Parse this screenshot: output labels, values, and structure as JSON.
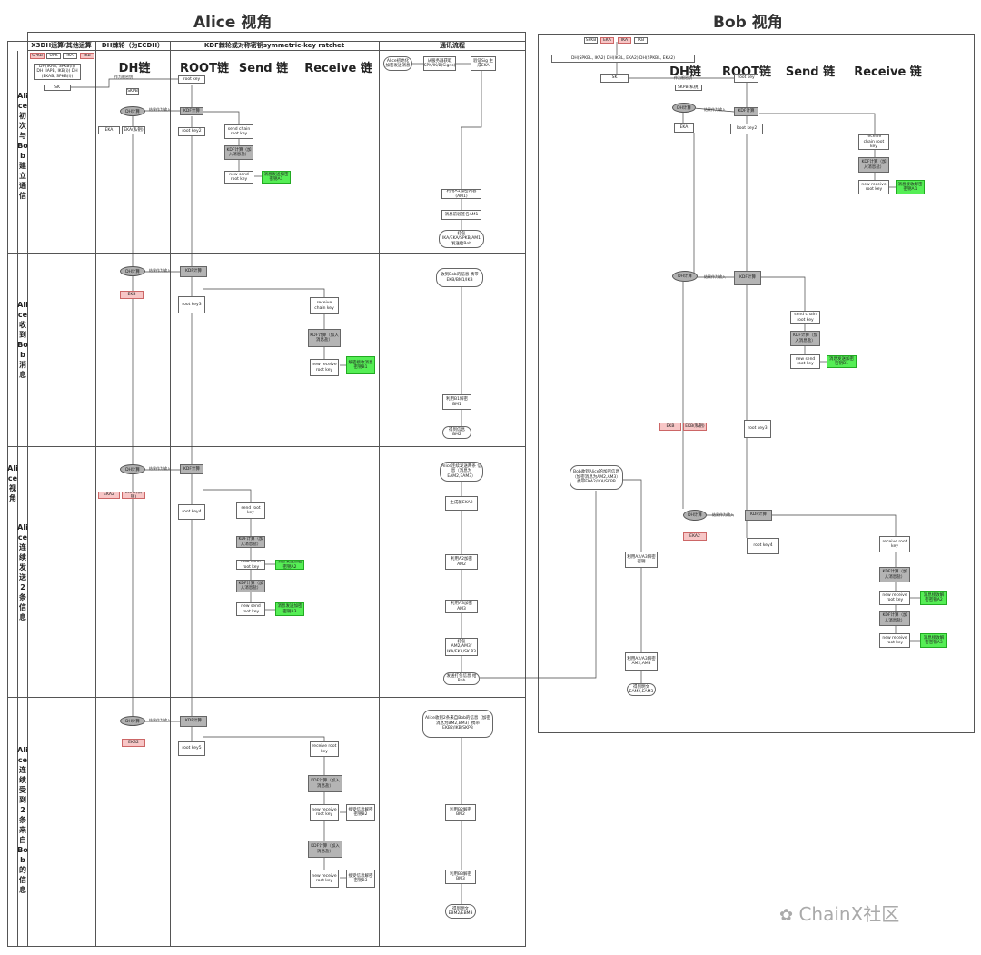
{
  "titles": {
    "alice": "Alice 视角",
    "bob": "Bob 视角"
  },
  "alice_columns": {
    "x3dh": "X3DH运算/其他运算",
    "dh_ratchet": "DH棘轮（为ECDH）",
    "kdf": "KDF棘轮或对称密钥symmetric-key ratchet",
    "comm": "通讯流程"
  },
  "chains": {
    "dh": "DH链",
    "root": "ROOT链",
    "send": "Send 链",
    "receive": "Receive 链"
  },
  "lanes": {
    "outer": "Alice视角",
    "l1": "Alice初次与Bob建立通信",
    "l2": "Alice收到Bob消息",
    "l3": "Alice连续发送2条信息",
    "l4": "Alice连续受到2条来自Bob的信息"
  },
  "alice": {
    "keys_top": [
      "SPKB",
      "OPK",
      "IKA",
      "IKB"
    ],
    "dh_text": "DH(IKAB, SPKB(i)) DH (IAPB, IKB(i)) DH (EKAB, SPKB(i))",
    "sk": "SK",
    "sk_note": "作为根密钥",
    "spkb": "SKPB",
    "dh_calc": "DH计算",
    "as_input": "结果作为输入",
    "kdf_calc": "KDF计算",
    "kdf_calc2": "KDF计算（加入消息盐）",
    "root_key": "root key",
    "root_key2": "root key2",
    "root_key3": "root key3",
    "root_key4": "root key4",
    "root_key5": "root key5",
    "eka": "EKA",
    "eka_pub": "EKA(私钥)",
    "send_chain_root": "send chain root key",
    "send_root": "send root key",
    "new_send_root": "new send root key",
    "recv_chain_key": "receive chain key",
    "recv_root": "receive root key",
    "new_recv_root": "new receive root key",
    "msg_key1": "消息发送加密密钥A1",
    "msg_key_b1": "解密接收消息密钥B1",
    "msg_key_a2": "消息发送加密密钥A2",
    "msg_key_a3": "消息发送加密密钥A3",
    "msg_key_b2": "接受信息解密密钥B2",
    "msg_key_b3": "接受信息解密密钥B3",
    "ekb": "EKB",
    "eka2": "EKA2",
    "eka2_pub": "EKA2(私钥)",
    "ekb2": "EKB2",
    "c_start": "Alice初始化加密发送消息",
    "c_fetch": "从服务器获取 SPK/IK/B(Signs)",
    "c_verify": "验证Sig 生成EKA",
    "c_encrypt": "利用A1加密内容(AM1)",
    "c_sign": "消息前验签名AM1",
    "c_pack": "打包 IKA/EKA/SPKB/AM1 发送给Bob",
    "c_recv": "收到Bob的信息 携带EKB/BM1/IKB",
    "c_decrypt": "利用B1解密 BM1",
    "c_got": "得到信息 BM2",
    "c_cont": "Alice连续发送两条 信息（消息为 EAM2,EAM3）",
    "c_gen": "生成新EKA2",
    "c_enc2": "利用A2加密 AM2",
    "c_enc3": "利用A3加密 AM3",
    "c_pack2": "打包 AM2/AM3/ IKA/EKA/SK P3",
    "c_send": "发送打包信息 给Bob",
    "c_recv2": "Alice收到2条来自Bob的信息（加密消息为BM2,BM3）携带EKB2/IKB/SKPB",
    "c_dec2": "利用B2解密 BM2",
    "c_dec3": "利用B3解密 BM3",
    "c_final": "得到明文 EBM2/EBM3"
  },
  "bob": {
    "keys_top": [
      "SPKB",
      "EKA",
      "IKA",
      "IKB"
    ],
    "dh_text": "DH(SPKBL, IKA2) DH(IKBL, EKA2) DH(SPKBL, EKA2)",
    "sk": "SK",
    "sk_note": "作为根密钥",
    "skpb": "SKPB(私钥)",
    "eka": "EKA",
    "root_key": "root key",
    "root_key2": "Root key2",
    "root_key3": "root key3",
    "root_key4": "root key4",
    "dh_calc": "DH计算",
    "as_input": "结果作为输入",
    "kdf_calc": "KDF计算",
    "kdf_calc2": "KDF计算（加入消息盐）",
    "recv_chain_root": "receive chain root key",
    "new_recv_root": "new receive root key",
    "msg_key_a1": "消息接收解密密钥A1",
    "send_chain_root": "send chain root key",
    "new_send_root": "new send root key",
    "msg_key_b1": "消息发送加密密钥B1",
    "ekb": "EKB",
    "ekb_pub": "EKB(私钥)",
    "eka2": "EKA2",
    "recv_root": "receive root key",
    "msg_key_a2": "消息接收解密密钥A2",
    "msg_key_a3": "消息接收解密密钥A3",
    "c_recv": "Bob收到Alice的加密信息（加密消息为AM2,AM3）携带EKA2/IKA/SKPB",
    "c_dec2": "利用A2/A3解密密钥",
    "c_dec3": "利用A2/A3解密AM2,AM3",
    "c_final": "得到明文 EAM2,EAM3"
  },
  "watermark": "ChainX社区"
}
